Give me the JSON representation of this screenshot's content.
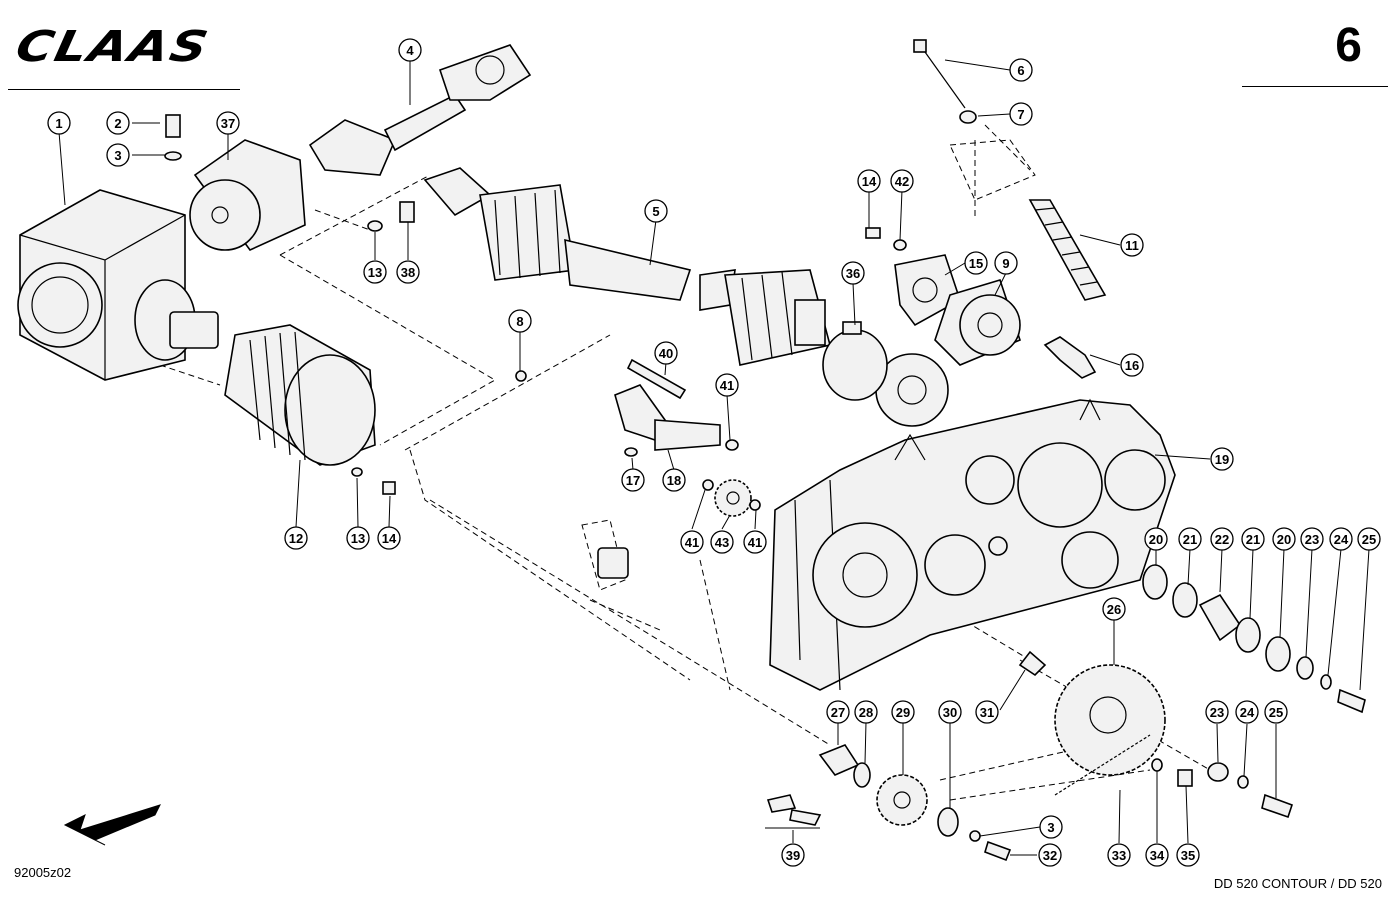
{
  "header": {
    "brand": "CLAAS",
    "page_number": "6"
  },
  "footer": {
    "drawing_id": "92005z02",
    "model": "DD 520 CONTOUR / DD 520"
  },
  "callouts": [
    {
      "label": "1"
    },
    {
      "label": "2"
    },
    {
      "label": "3"
    },
    {
      "label": "37"
    },
    {
      "label": "4"
    },
    {
      "label": "13"
    },
    {
      "label": "38"
    },
    {
      "label": "5"
    },
    {
      "label": "6"
    },
    {
      "label": "7"
    },
    {
      "label": "14"
    },
    {
      "label": "42"
    },
    {
      "label": "15"
    },
    {
      "label": "9"
    },
    {
      "label": "11"
    },
    {
      "label": "36"
    },
    {
      "label": "16"
    },
    {
      "label": "8"
    },
    {
      "label": "40"
    },
    {
      "label": "41"
    },
    {
      "label": "19"
    },
    {
      "label": "17"
    },
    {
      "label": "18"
    },
    {
      "label": "12"
    },
    {
      "label": "13"
    },
    {
      "label": "14"
    },
    {
      "label": "41"
    },
    {
      "label": "43"
    },
    {
      "label": "41"
    },
    {
      "label": "20"
    },
    {
      "label": "21"
    },
    {
      "label": "22"
    },
    {
      "label": "21"
    },
    {
      "label": "20"
    },
    {
      "label": "23"
    },
    {
      "label": "24"
    },
    {
      "label": "25"
    },
    {
      "label": "26"
    },
    {
      "label": "27"
    },
    {
      "label": "28"
    },
    {
      "label": "29"
    },
    {
      "label": "30"
    },
    {
      "label": "31"
    },
    {
      "label": "23"
    },
    {
      "label": "24"
    },
    {
      "label": "25"
    },
    {
      "label": "3"
    },
    {
      "label": "39"
    },
    {
      "label": "32"
    },
    {
      "label": "33"
    },
    {
      "label": "34"
    },
    {
      "label": "35"
    }
  ]
}
